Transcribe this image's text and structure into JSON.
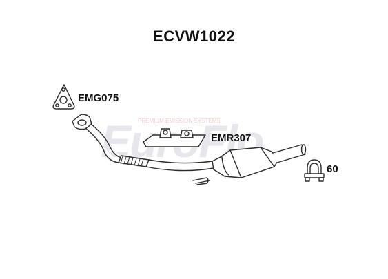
{
  "part_number": "ECVW1022",
  "components": [
    {
      "id": "gasket",
      "code": "EMG075"
    },
    {
      "id": "mounting",
      "code": "EMR307"
    },
    {
      "id": "clamp",
      "code": "60"
    }
  ],
  "watermark": {
    "brand": "EuroFlo",
    "tagline": "PREMIUM EMISSION SYSTEMS"
  },
  "colors": {
    "line": "#2a2a2a",
    "watermark_brand": "#e8e8ee",
    "watermark_accent": "#f2d8d8",
    "text": "#111111"
  }
}
